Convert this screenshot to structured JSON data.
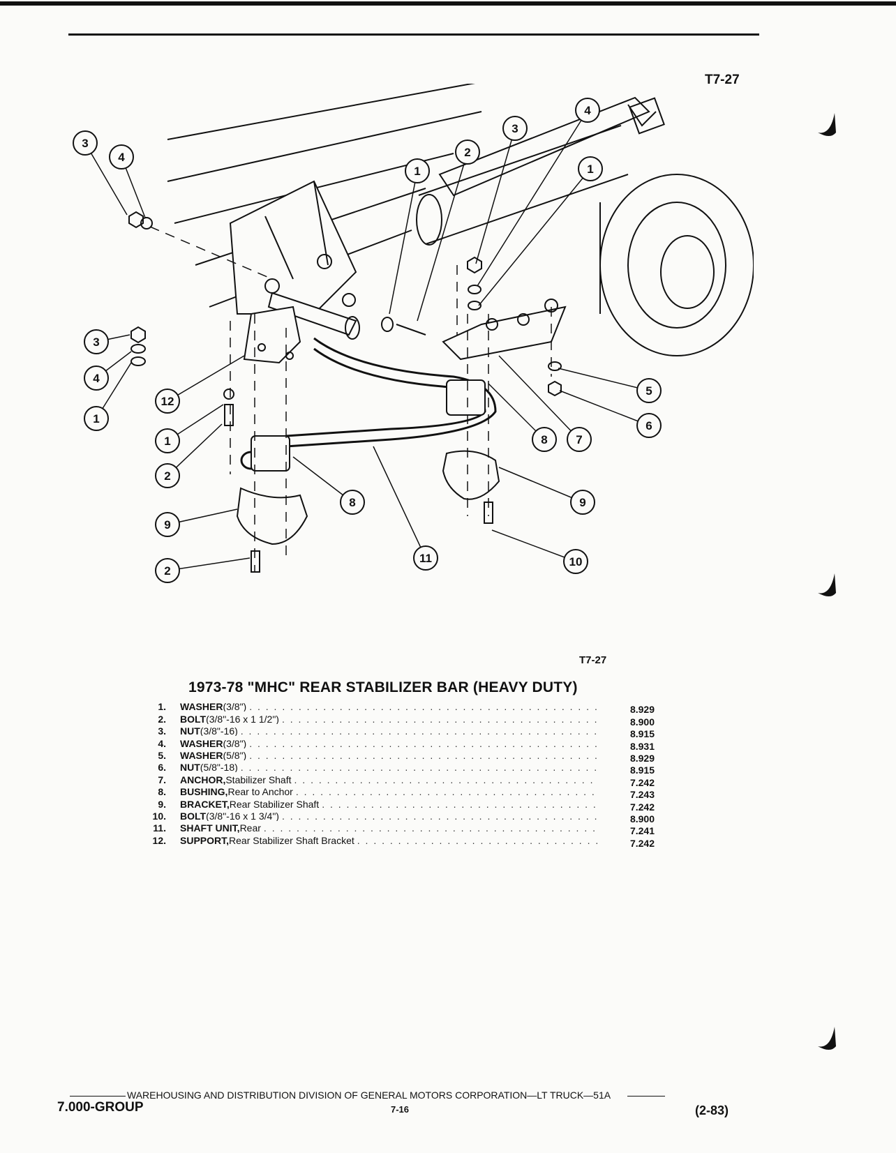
{
  "figure_code": "T7-27",
  "title": "1973-78 \"MHC\" REAR STABILIZER BAR (HEAVY DUTY)",
  "parts": [
    {
      "no": "1.",
      "name": "WASHER",
      "spec": " (3/8\")",
      "ref": "8.929"
    },
    {
      "no": "2.",
      "name": "BOLT",
      "spec": " (3/8\"-16 x 1 1/2\")",
      "ref": "8.900"
    },
    {
      "no": "3.",
      "name": "NUT",
      "spec": " (3/8\"-16)",
      "ref": "8.915"
    },
    {
      "no": "4.",
      "name": "WASHER",
      "spec": " (3/8\")",
      "ref": "8.931"
    },
    {
      "no": "5.",
      "name": "WASHER",
      "spec": " (5/8\")",
      "ref": "8.929"
    },
    {
      "no": "6.",
      "name": "NUT",
      "spec": " (5/8\"-18)",
      "ref": "8.915"
    },
    {
      "no": "7.",
      "name": "ANCHOR,",
      "spec": " Stabilizer Shaft",
      "ref": "7.242"
    },
    {
      "no": "8.",
      "name": "BUSHING,",
      "spec": " Rear to Anchor",
      "ref": "7.243"
    },
    {
      "no": "9.",
      "name": "BRACKET,",
      "spec": " Rear Stabilizer Shaft",
      "ref": "7.242"
    },
    {
      "no": "10.",
      "name": "BOLT",
      "spec": " (3/8\"-16 x 1 3/4\")",
      "ref": "8.900"
    },
    {
      "no": "11.",
      "name": "SHAFT UNIT,",
      "spec": " Rear",
      "ref": "7.241"
    },
    {
      "no": "12.",
      "name": "SUPPORT,",
      "spec": " Rear Stabilizer Shaft Bracket",
      "ref": "7.242"
    }
  ],
  "callouts": [
    "3",
    "4",
    "1",
    "2",
    "3",
    "4",
    "1",
    "3",
    "4",
    "1",
    "12",
    "1",
    "2",
    "8",
    "7",
    "5",
    "6",
    "8",
    "9",
    "9",
    "11",
    "10",
    "2"
  ],
  "footer": {
    "division": "WAREHOUSING AND DISTRIBUTION  DIVISION OF GENERAL MOTORS CORPORATION—LT TRUCK—51A",
    "group": "7.000-GROUP",
    "page": "7-16",
    "date": "(2-83)"
  }
}
